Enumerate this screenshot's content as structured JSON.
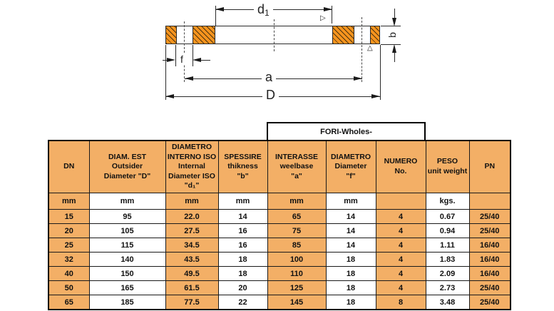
{
  "diagram": {
    "labels": {
      "d1_main": "d",
      "d1_sub": "1",
      "b": "b",
      "f": "f",
      "a": "a",
      "D": "D"
    },
    "weld_symbols": {
      "right_triangle": "▷",
      "up_triangle": "△"
    },
    "colors": {
      "hatch_orange": "#F7941E",
      "table_orange": "#F3AF66",
      "line": "#2a2a2a"
    }
  },
  "table": {
    "fori_header": "FORI-Wholes-",
    "columns": [
      {
        "label": "DN"
      },
      {
        "label": "DIAM. EST\nOutsider\nDiameter  \"D\""
      },
      {
        "label": "DIAMETRO\nINTERNO ISO\nInternal\nDiameter ISO\n\"d₁\""
      },
      {
        "label": "SPESSIRE\nthikness\n\"b\""
      },
      {
        "label": "INTERASSE\nweelbase\n\"a\""
      },
      {
        "label": "DIAMETRO\nDiameter\n\"f\""
      },
      {
        "label": "NUMERO\nNo."
      },
      {
        "label": "PESO\nunit weight"
      },
      {
        "label": "PN"
      }
    ],
    "units": [
      "mm",
      "mm",
      "mm",
      "mm",
      "mm",
      "mm",
      "",
      "kgs.",
      ""
    ],
    "rows": [
      [
        "15",
        "95",
        "22.0",
        "14",
        "65",
        "14",
        "4",
        "0.67",
        "25/40"
      ],
      [
        "20",
        "105",
        "27.5",
        "16",
        "75",
        "14",
        "4",
        "0.94",
        "25/40"
      ],
      [
        "25",
        "115",
        "34.5",
        "16",
        "85",
        "14",
        "4",
        "1.11",
        "16/40"
      ],
      [
        "32",
        "140",
        "43.5",
        "18",
        "100",
        "18",
        "4",
        "1.83",
        "16/40"
      ],
      [
        "40",
        "150",
        "49.5",
        "18",
        "110",
        "18",
        "4",
        "2.09",
        "16/40"
      ],
      [
        "50",
        "165",
        "61.5",
        "20",
        "125",
        "18",
        "4",
        "2.73",
        "25/40"
      ],
      [
        "65",
        "185",
        "77.5",
        "22",
        "145",
        "18",
        "8",
        "3.48",
        "25/40"
      ]
    ]
  },
  "chart_data": {
    "type": "table",
    "title": "FORI-Wholes-",
    "categories": [
      "DN",
      "DIAM. EST Diameter D (mm)",
      "DIAMETRO INTERNO ISO d1 (mm)",
      "SPESSIRE b (mm)",
      "INTERASSE a (mm)",
      "DIAMETRO f (mm)",
      "NUMERO No.",
      "PESO kgs.",
      "PN"
    ],
    "series": [
      {
        "name": "DN15",
        "values": [
          15,
          95,
          22.0,
          14,
          65,
          14,
          4,
          0.67,
          "25/40"
        ]
      },
      {
        "name": "DN20",
        "values": [
          20,
          105,
          27.5,
          16,
          75,
          14,
          4,
          0.94,
          "25/40"
        ]
      },
      {
        "name": "DN25",
        "values": [
          25,
          115,
          34.5,
          16,
          85,
          14,
          4,
          1.11,
          "16/40"
        ]
      },
      {
        "name": "DN32",
        "values": [
          32,
          140,
          43.5,
          18,
          100,
          18,
          4,
          1.83,
          "16/40"
        ]
      },
      {
        "name": "DN40",
        "values": [
          40,
          150,
          49.5,
          18,
          110,
          18,
          4,
          2.09,
          "16/40"
        ]
      },
      {
        "name": "DN50",
        "values": [
          50,
          165,
          61.5,
          20,
          125,
          18,
          4,
          2.73,
          "25/40"
        ]
      },
      {
        "name": "DN65",
        "values": [
          65,
          185,
          77.5,
          22,
          145,
          18,
          8,
          3.48,
          "25/40"
        ]
      }
    ]
  }
}
